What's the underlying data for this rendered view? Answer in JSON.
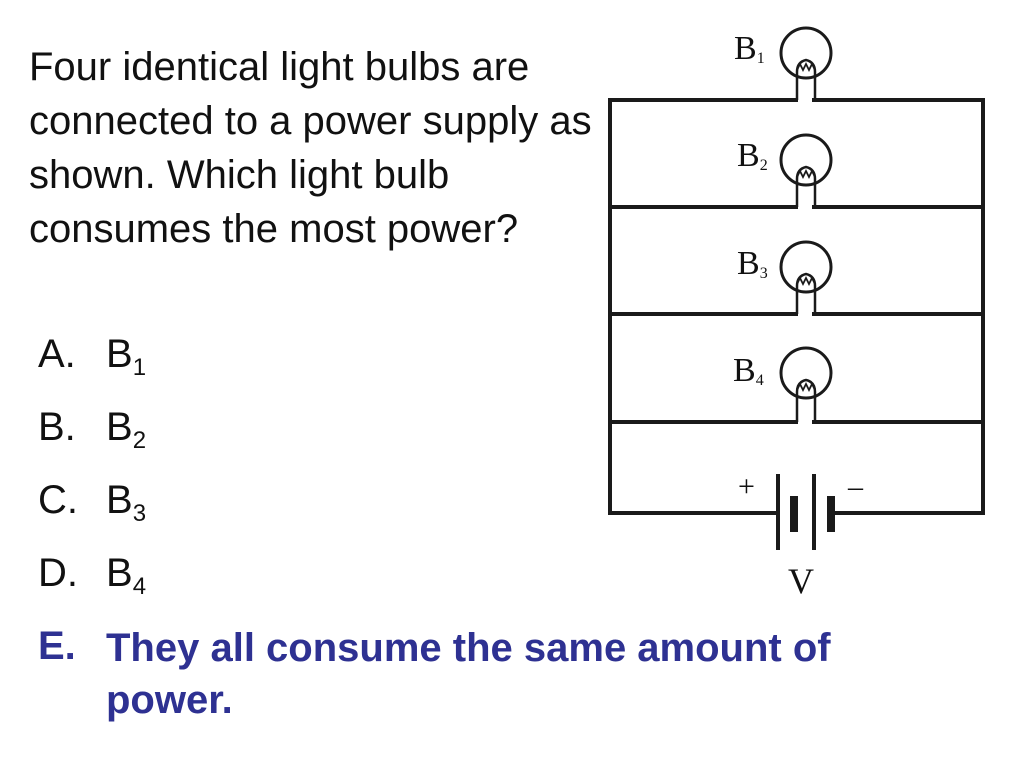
{
  "question": "Four identical light bulbs are connected to a power supply as shown. Which light bulb consumes the most power?",
  "choices": [
    {
      "letter": "A.",
      "base": "B",
      "sub": "1",
      "correct": false
    },
    {
      "letter": "B.",
      "base": "B",
      "sub": "2",
      "correct": false
    },
    {
      "letter": "C.",
      "base": "B",
      "sub": "3",
      "correct": false
    },
    {
      "letter": "D.",
      "base": "B",
      "sub": "4",
      "correct": false
    },
    {
      "letter": "E.",
      "text": "They all consume the same amount of power.",
      "correct": true
    }
  ],
  "diagram": {
    "bulbs": [
      {
        "base": "B",
        "sub": "1"
      },
      {
        "base": "B",
        "sub": "2"
      },
      {
        "base": "B",
        "sub": "3"
      },
      {
        "base": "B",
        "sub": "4"
      }
    ],
    "battery": {
      "plus": "+",
      "minus": "–",
      "voltage_label": "V"
    }
  },
  "colors": {
    "text": "#111111",
    "answer": "#2e3192",
    "wire": "#1a1a1a"
  }
}
